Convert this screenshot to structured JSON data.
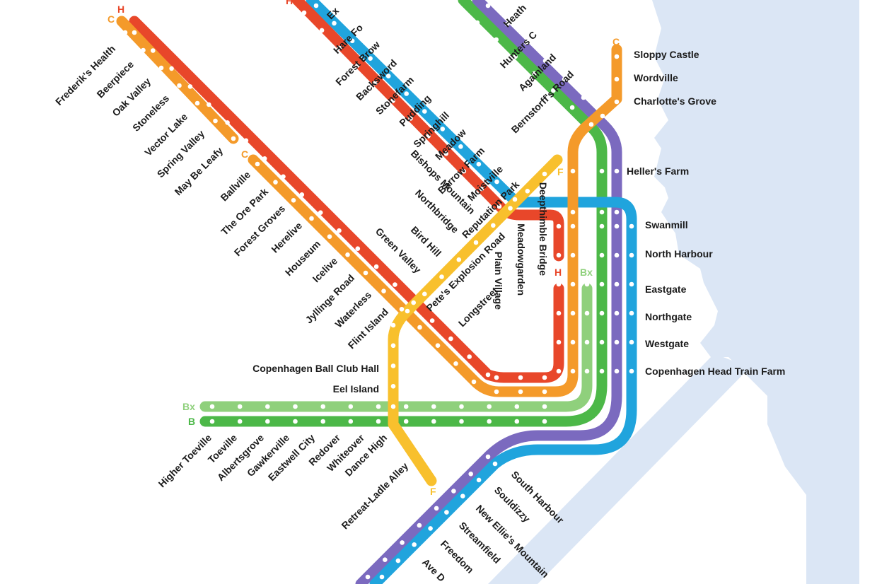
{
  "colors": {
    "water": "#dbe6f5",
    "red": "#e8472a",
    "orange": "#f49a2a",
    "yellow": "#f8c02d",
    "green": "#4cb848",
    "lightgreen": "#8fd07c",
    "purple": "#7b6abf",
    "blue": "#20a4dd"
  },
  "line_codes": {
    "c_top": "C",
    "h_top": "H",
    "c_mid": "C",
    "h_mid": "H",
    "f_top": "F",
    "f_bottom": "F",
    "c_right": "C",
    "bx_right": "Bx",
    "bx_left": "Bx",
    "b_left": "B",
    "h_topcut": "H"
  },
  "stations": {
    "fredriks_health": "Frederik's Health",
    "beerpiece": "Beerpiece",
    "oak_valley": "Oak Valley",
    "stoneless": "Stoneless",
    "vector_lake": "Vector Lake",
    "spring_valley": "Spring Valley",
    "may_be_leafy": "May Be Leafy",
    "ballville": "Ballville",
    "the_ore_park": "The Ore Park",
    "forest_groves": "Forest Groves",
    "herelive": "Herelive",
    "houseum": "Houseum",
    "icelive": "Icelive",
    "jyllinge_road": "Jyllinge Road",
    "waterless": "Waterless",
    "flint_island": "Flint Island",
    "green_valley": "Green Valley",
    "bird_hill": "Bird Hill",
    "northbridge": "Northbridge",
    "bishops_mountain": "Bishops Mountain",
    "petes_explosion_road": "Pete's Explosion Road",
    "longstreet": "Longstreet",
    "plain_village": "Plain Village",
    "meadowgarden": "Meadowgarden",
    "deepthimble_bridge": "Deepthimble Bridge",
    "reputation_park": "Reputation Park",
    "moistville": "Moistville",
    "barrow_farm": "Barrow Farm",
    "meadow": "Meadow",
    "springhill": "Springhill",
    "pudding": "Pudding",
    "stonefarm": "Stonefarm",
    "backsword": "Backsword",
    "forest_brow": "Forest Brow",
    "hare_fo": "Hare Fo",
    "ex": "Ex",
    "heath": "Heath",
    "hunters_c": "Hunters C",
    "againland": "Againland",
    "bernstorffs_road": "Bernstorff's Road",
    "sloppy_castle": "Sloppy Castle",
    "wordville": "Wordville",
    "charlottes_grove": "Charlotte's Grove",
    "hellers_farm": "Heller's Farm",
    "swanmill": "Swanmill",
    "north_harbour": "North Harbour",
    "eastgate": "Eastgate",
    "northgate": "Northgate",
    "westgate": "Westgate",
    "copenhagen_head_train_farm": "Copenhagen Head Train Farm",
    "copenhagen_ball_club_hall": "Copenhagen Ball Club Hall",
    "eel_island": "Eel Island",
    "higher_toeville": "Higher Toeville",
    "toeville": "Toeville",
    "albertsgrove": "Albertsgrove",
    "gawkerville": "Gawkerville",
    "eastwell_city": "Eastwell City",
    "redover": "Redover",
    "whiteover": "Whiteover",
    "dance_high": "Dance High",
    "retreat_ladle_alley": "Retreat-Ladle Alley",
    "south_harbour": "South Harbour",
    "souldizzy": "Souldizzy",
    "new_ellies_mountain": "New Ellie's Mountain",
    "streamfield": "Streamfield",
    "freedom": "Freedom",
    "ave_d": "Ave D"
  }
}
